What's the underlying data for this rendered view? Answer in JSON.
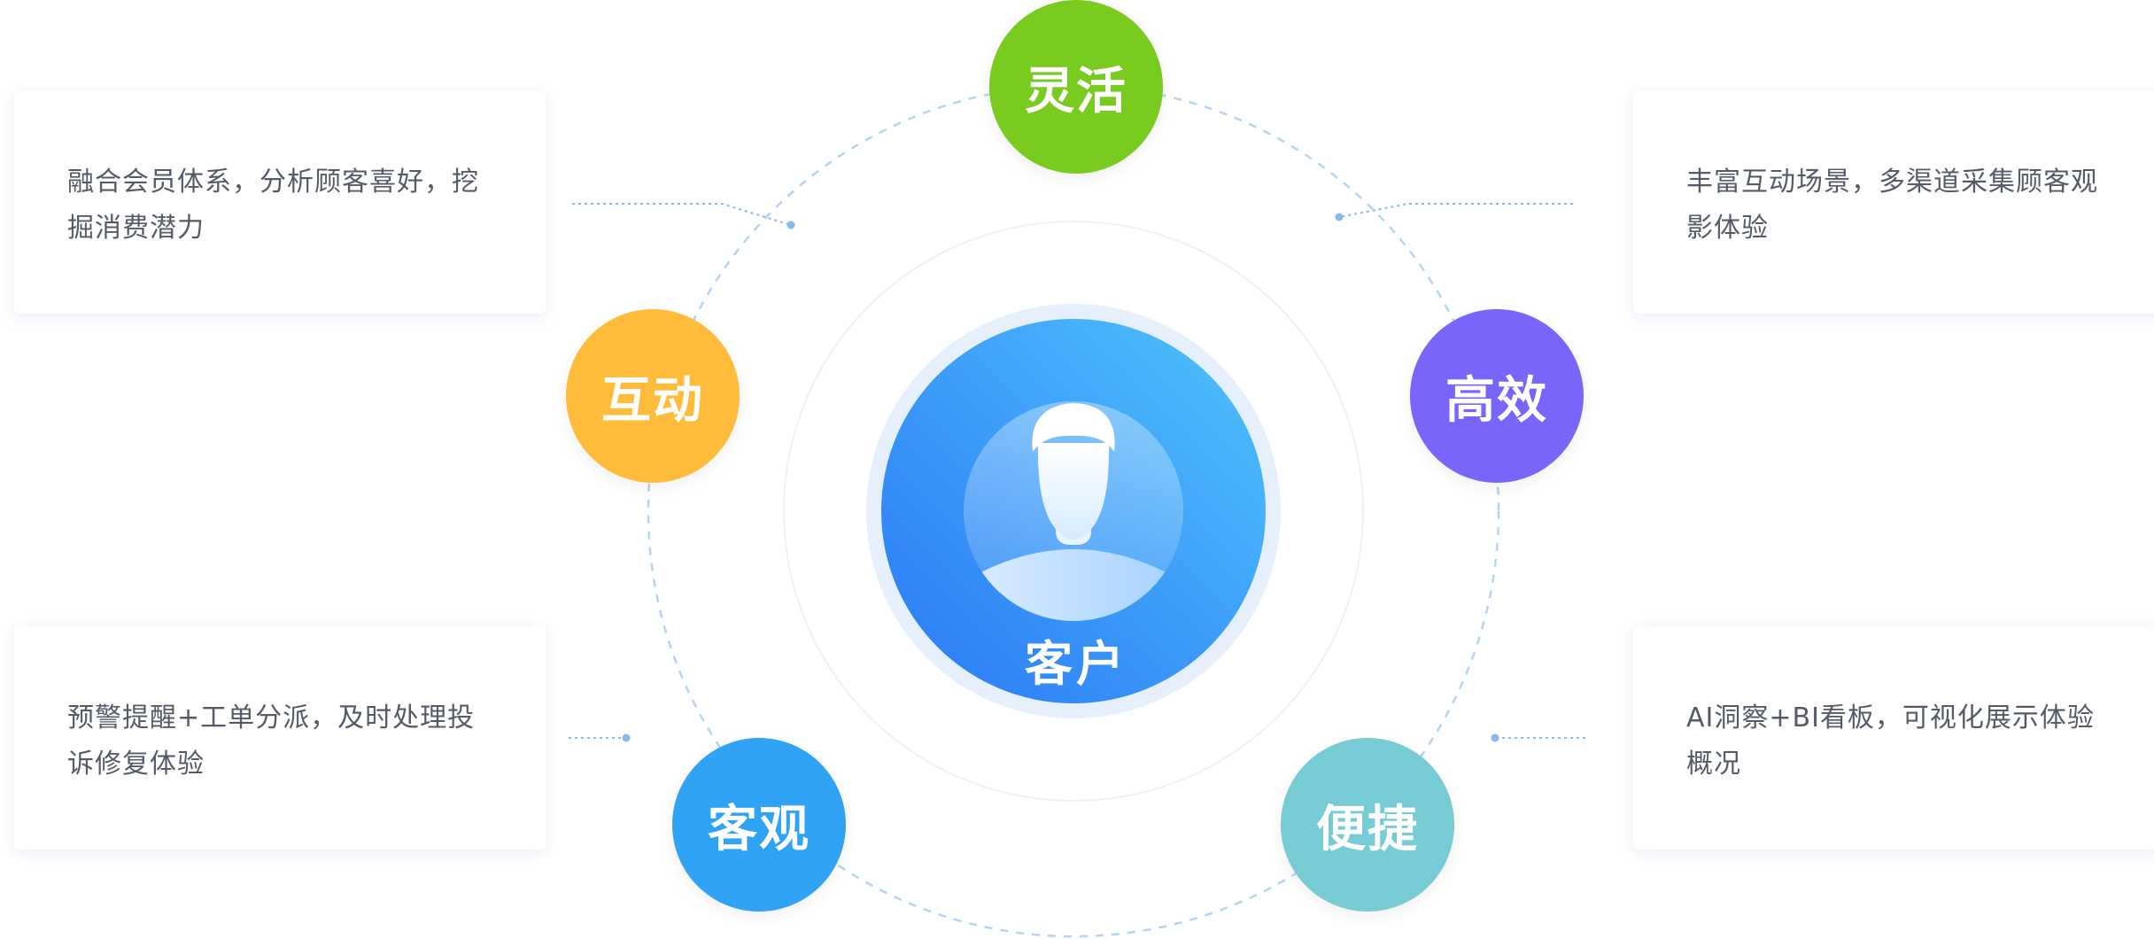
{
  "center": {
    "label": "客户"
  },
  "nodes": {
    "top": "灵活",
    "left": "互动",
    "right": "高效",
    "bottom_left": "客观",
    "bottom_right": "便捷"
  },
  "cards": {
    "top_left": "融合会员体系，分析顾客喜好，挖掘消费潜力",
    "top_right": "丰富互动场景，多渠道采集顾客观影体验",
    "bottom_left": "预警提醒+工单分派，及时处理投诉修复体验",
    "bottom_right": "AI洞察+BI看板，可视化展示体验概况"
  },
  "colors": {
    "top": "#7acb20",
    "left": "#ffbc3b",
    "right": "#7a65fb",
    "bottom_left": "#30a3f4",
    "bottom_right": "#76cbd4",
    "center_start": "#2a77f5",
    "center_end": "#4fc3fb",
    "connector": "#8ab8ec"
  },
  "icons": {
    "center": "user-avatar-icon"
  }
}
